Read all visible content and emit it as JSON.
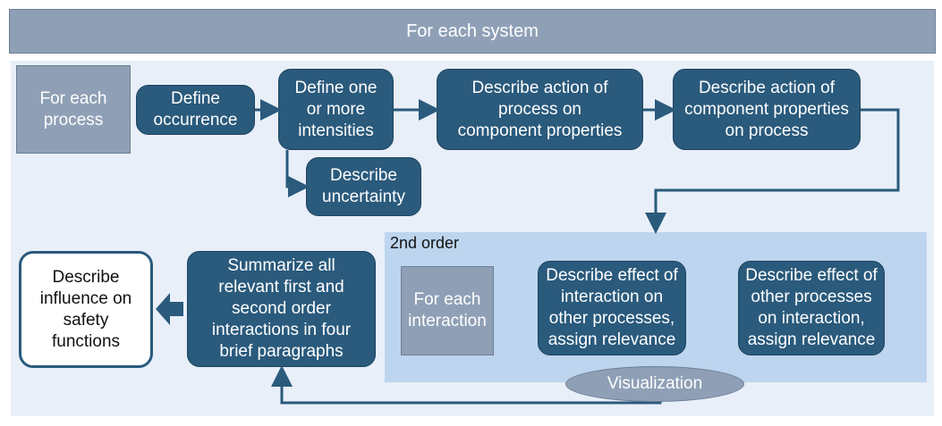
{
  "header": {
    "title": "For each system"
  },
  "process_loop": {
    "label": "For each process"
  },
  "nodes": {
    "define_occurrence": "Define\noccurrence",
    "define_intensities": "Define one\nor more\nintensities",
    "describe_uncertainty": "Describe\nuncertainty",
    "action_process_on_props": "Describe action of\nprocess on\ncomponent properties",
    "action_props_on_process": "Describe action of\ncomponent properties\non process",
    "summarize": "Summarize all\nrelevant first and\nsecond order\ninteractions in four\nbrief paragraphs",
    "influence_safety": "Describe\ninfluence on\nsafety\nfunctions"
  },
  "second_order": {
    "label": "2nd order",
    "interaction_loop": "For each\ninteraction",
    "effect_on_others": "Describe effect of\ninteraction on\nother processes,\nassign relevance",
    "effect_of_others": "Describe effect of\nother processes\non interaction,\nassign relevance",
    "visualization": "Visualization"
  },
  "colors": {
    "node": "#2a5a7c",
    "loop": "#8fa0b6",
    "panel": "#e8eff8",
    "second_order": "#bdd5ee"
  }
}
